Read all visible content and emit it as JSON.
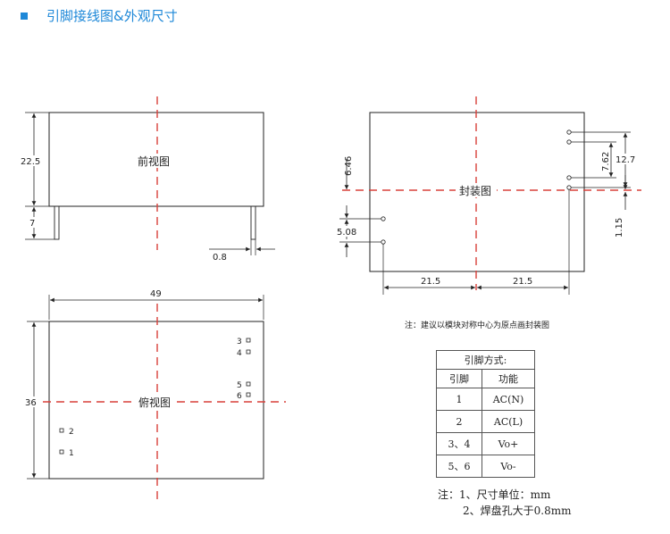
{
  "header": {
    "title": "引脚接线图&外观尺寸",
    "accent": "#1e88d8"
  },
  "front_view": {
    "label": "前视图",
    "dim_height": "22.5",
    "dim_pin_length": "7",
    "dim_pin_width": "0.8"
  },
  "top_view": {
    "label": "俯视图",
    "dim_width": "49",
    "dim_height": "36",
    "pins": [
      {
        "name": "3"
      },
      {
        "name": "4"
      },
      {
        "name": "5"
      },
      {
        "name": "6"
      },
      {
        "name": "2"
      },
      {
        "name": "1"
      }
    ]
  },
  "footprint": {
    "label": "封装图",
    "dim_646": "6.46",
    "dim_508": "5.08",
    "dim_762": "7.62",
    "dim_127": "12.7",
    "dim_115": "1.15",
    "dim_left": "21.5",
    "dim_right": "21.5"
  },
  "layout_note": "注：建议以模块对称中心为原点画封装图",
  "pin_table": {
    "caption": "引脚方式:",
    "headers": [
      "引脚",
      "功能"
    ],
    "rows": [
      [
        "1",
        "AC(N)"
      ],
      [
        "2",
        "AC(L)"
      ],
      [
        "3、4",
        "Vo+"
      ],
      [
        "5、6",
        "Vo-"
      ]
    ]
  },
  "notes": [
    "注：1、尺寸单位：mm",
    "2、焊盘孔大于0.8mm"
  ]
}
